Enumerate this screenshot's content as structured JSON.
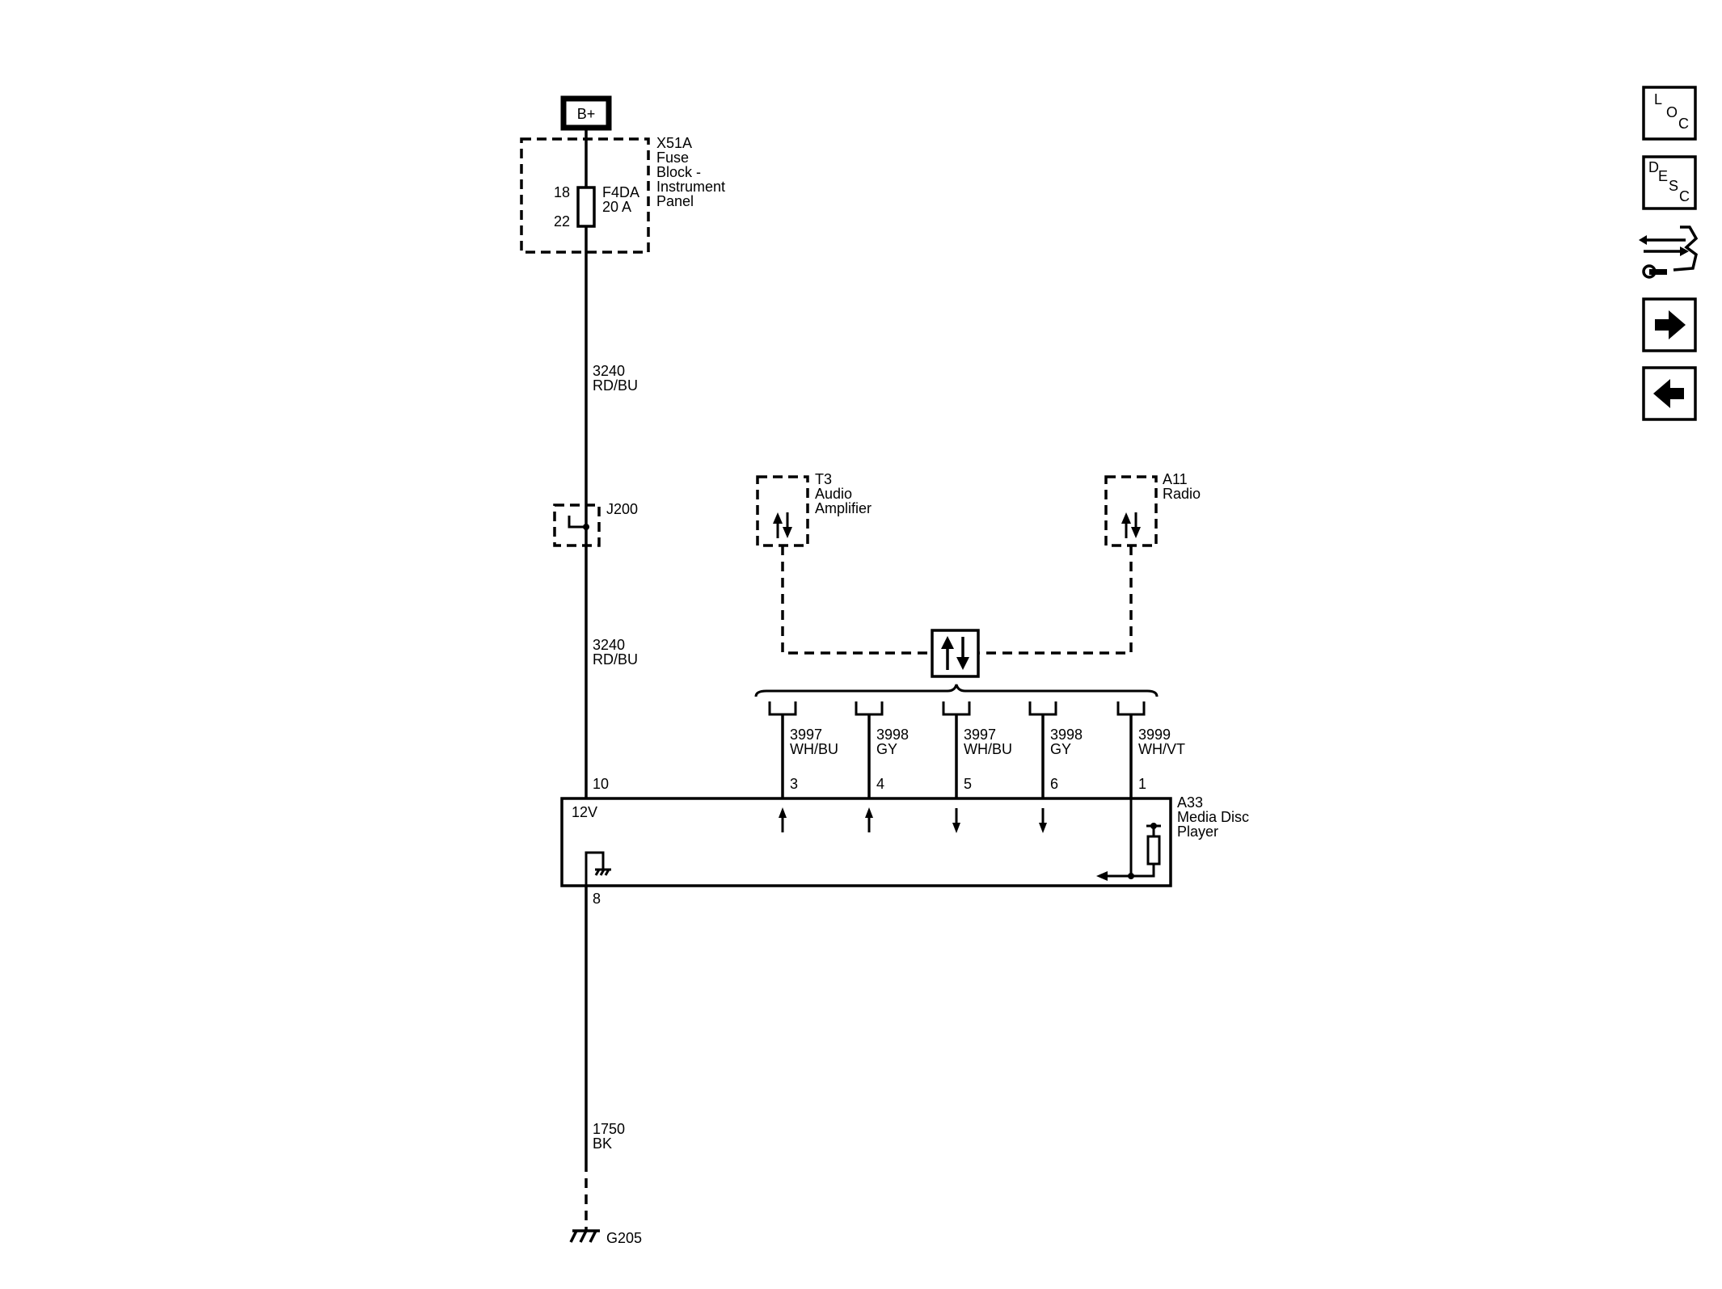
{
  "power": {
    "label": "B+"
  },
  "fuse_block": {
    "name_lines": [
      "X51A",
      "Fuse",
      "Block -",
      "Instrument",
      "Panel"
    ],
    "pin_in": "18",
    "pin_out": "22",
    "fuse_lines": [
      "F4DA",
      "20 A"
    ]
  },
  "wire_power_upper": {
    "circuit": "3240",
    "color": "RD/BU"
  },
  "splice": {
    "label": "J200"
  },
  "wire_power_lower": {
    "circuit": "3240",
    "color": "RD/BU"
  },
  "amplifier": {
    "name_lines": [
      "T3",
      "Audio",
      "Amplifier"
    ]
  },
  "radio": {
    "name_lines": [
      "A11",
      "Radio"
    ]
  },
  "signal_wires": [
    {
      "circuit": "3997",
      "color": "WH/BU",
      "pin": "3",
      "direction": "up"
    },
    {
      "circuit": "3998",
      "color": "GY",
      "pin": "4",
      "direction": "up"
    },
    {
      "circuit": "3997",
      "color": "WH/BU",
      "pin": "5",
      "direction": "down"
    },
    {
      "circuit": "3998",
      "color": "GY",
      "pin": "6",
      "direction": "down"
    },
    {
      "circuit": "3999",
      "color": "WH/VT",
      "pin": "1",
      "direction": "resistor"
    }
  ],
  "disc_player": {
    "name_lines": [
      "A33",
      "Media Disc",
      "Player"
    ],
    "supply_pin": "10",
    "supply_label": "12V",
    "ground_pin": "8"
  },
  "ground_wire": {
    "circuit": "1750",
    "color": "BK"
  },
  "ground": {
    "label": "G205"
  },
  "toolbar": {
    "loc": [
      "L",
      "O",
      "C"
    ],
    "desc": [
      "D",
      "E",
      "S",
      "C"
    ]
  }
}
